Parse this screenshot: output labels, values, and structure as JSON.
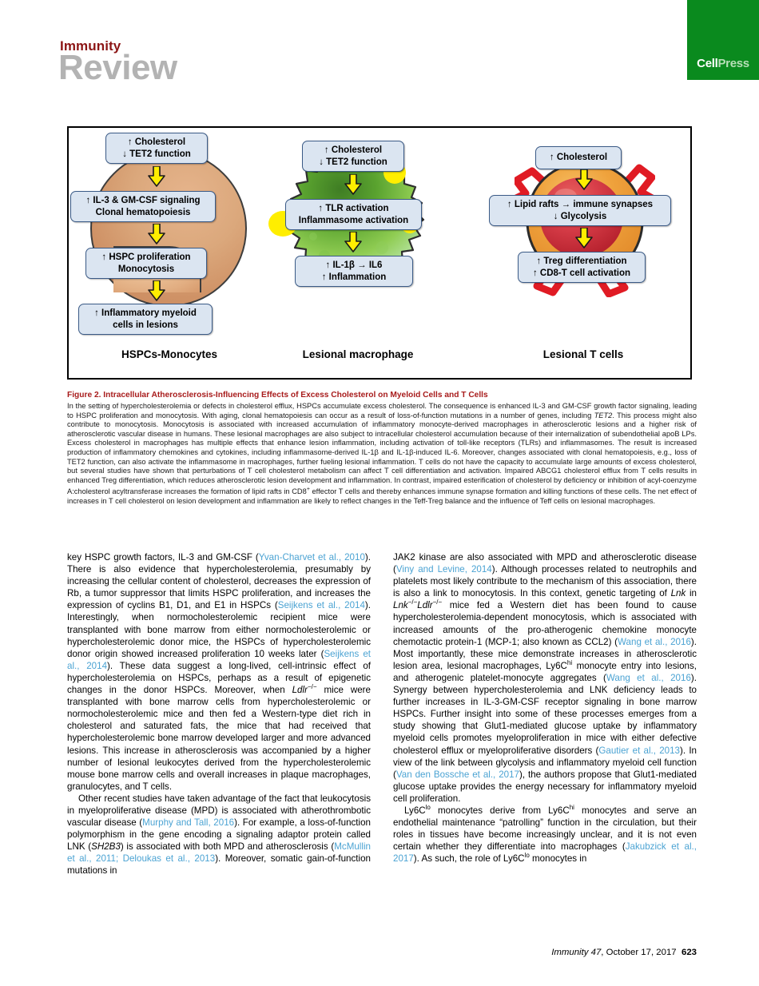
{
  "masthead": {
    "journal": "Immunity",
    "section": "Review",
    "publisher_logo": {
      "part1": "Cell",
      "part2": "Press",
      "color": "#0a8a1e"
    }
  },
  "figure": {
    "panels": [
      {
        "id": "hspc-monocytes",
        "label": "HSPCs-Monocytes",
        "cell_color": "#cf9266",
        "boxes": [
          {
            "lines": [
              "↑ Cholesterol",
              "↓ TET2 function"
            ]
          },
          {
            "lines": [
              "↑ IL-3 & GM-CSF signaling",
              "Clonal hematopoiesis"
            ]
          },
          {
            "lines": [
              "↑ HSPC proliferation",
              "Monocytosis"
            ]
          },
          {
            "lines": [
              "↑ Inflammatory myeloid",
              "cells in lesions"
            ]
          }
        ]
      },
      {
        "id": "lesional-macrophage",
        "label": "Lesional macrophage",
        "cell_color": "#66b83a",
        "boxes": [
          {
            "lines": [
              "↑ Cholesterol",
              "↓ TET2 function"
            ]
          },
          {
            "lines": [
              "↑ TLR activation",
              "Inflammasome activation"
            ]
          },
          {
            "lines": [
              "↑ IL-1β → IL6",
              "↑ Inflammation"
            ]
          }
        ]
      },
      {
        "id": "lesional-t-cells",
        "label": "Lesional T cells",
        "cell_color": "#e8972e",
        "boxes": [
          {
            "lines": [
              "↑ Cholesterol"
            ]
          },
          {
            "lines": [
              "↑ Lipid rafts → immune synapses",
              "↓ Glycolysis"
            ]
          },
          {
            "lines": [
              "↑ Treg differentiation",
              "↑ CD8-T cell activation"
            ]
          }
        ]
      }
    ]
  },
  "caption": {
    "title": "Figure 2. Intracellular Atherosclerosis-Influencing Effects of Excess Cholesterol on Myeloid Cells and T Cells",
    "body_html": "In the setting of hypercholesterolemia or defects in cholesterol efflux, HSPCs accumulate excess cholesterol. The consequence is enhanced IL-3 and GM-CSF growth factor signaling, leading to HSPC proliferation and monocytosis. With aging, clonal hematopoiesis can occur as a result of loss-of-function mutations in a number of genes, including <i>TET2</i>. This process might also contribute to monocytosis. Monocytosis is associated with increased accumulation of inflammatory monocyte-derived macrophages in atherosclerotic lesions and a higher risk of atherosclerotic vascular disease in humans. These lesional macrophages are also subject to intracellular cholesterol accumulation because of their internalization of subendothelial apoB LPs. Excess cholesterol in macrophages has multiple effects that enhance lesion inflammation, including activation of toll-like receptors (TLRs) and inflammasomes. The result is increased production of inflammatory chemokines and cytokines, including inflammasome-derived IL-1β and IL-1β-induced IL-6. Moreover, changes associated with clonal hematopoiesis, e.g., loss of TET2 function, can also activate the inflammasome in macrophages, further fueling lesional inflammation. T cells do not have the capacity to accumulate large amounts of excess cholesterol, but several studies have shown that perturbations of T cell cholesterol metabolism can affect T cell differentiation and activation. Impaired ABCG1 cholesterol efflux from T cells results in enhanced Treg differentiation, which reduces atherosclerotic lesion development and inflammation. In contrast, impaired esterification of cholesterol by deficiency or inhibition of acyl-coenzyme A:cholesterol acyltransferase increases the formation of lipid rafts in CD8<sup>+</sup> effector T cells and thereby enhances immune synapse formation and killing functions of these cells. The net effect of increases in T cell cholesterol on lesion development and inflammation are likely to reflect changes in the Teff-Treg balance and the influence of Teff cells on lesional macrophages."
  },
  "body": {
    "left_column_html": [
      "key HSPC growth factors, IL-3 and GM-CSF (<span class=\"cite\">Yvan-Charvet et al., 2010</span>). There is also evidence that hypercholesterolemia, presumably by increasing the cellular content of cholesterol, decreases the expression of Rb, a tumor suppressor that limits HSPC proliferation, and increases the expression of cyclins B1, D1, and E1 in HSPCs (<span class=\"cite\">Seijkens et al., 2014</span>). Interestingly, when normocholesterolemic recipient mice were transplanted with bone marrow from either normocholesterolemic or hypercholesterolemic donor mice, the HSPCs of hypercholesterolemic donor origin showed increased proliferation 10 weeks later (<span class=\"cite\">Seijkens et al., 2014</span>). These data suggest a long-lived, cell-intrinsic effect of hypercholesterolemia on HSPCs, perhaps as a result of epigenetic changes in the donor HSPCs. Moreover, when <i>Ldlr</i><sup>&minus;/&minus;</sup> mice were transplanted with bone marrow cells from hypercholesterolemic or normocholesterolemic mice and then fed a Western-type diet rich in cholesterol and saturated fats, the mice that had received that hypercholesterolemic bone marrow developed larger and more advanced lesions. This increase in atherosclerosis was accompanied by a higher number of lesional leukocytes derived from the hypercholesterolemic mouse bone marrow cells and overall increases in plaque macrophages, granulocytes, and T cells.",
      "Other recent studies have taken advantage of the fact that leukocytosis in myeloproliferative disease (MPD) is associated with atherothrombotic vascular disease (<span class=\"cite\">Murphy and Tall, 2016</span>). For example, a loss-of-function polymorphism in the gene encoding a signaling adaptor protein called LNK (<i>SH2B3</i>) is associated with both MPD and atherosclerosis (<span class=\"cite\">McMullin et al., 2011; Deloukas et al., 2013</span>). Moreover, somatic gain-of-function mutations in"
    ],
    "right_column_html": [
      "JAK2 kinase are also associated with MPD and atherosclerotic disease (<span class=\"cite\">Viny and Levine, 2014</span>). Although processes related to neutrophils and platelets most likely contribute to the mechanism of this association, there is also a link to monocytosis. In this context, genetic targeting of <i>Lnk</i> in <i>Lnk</i><sup>&minus;/&minus;</sup><i>Ldlr</i><sup>&minus;/&minus;</sup> mice fed a Western diet has been found to cause hypercholesterolemia-dependent monocytosis, which is associated with increased amounts of the pro-atherogenic chemokine monocyte chemotactic protein-1 (MCP-1; also known as CCL2) (<span class=\"cite\">Wang et al., 2016</span>). Most importantly, these mice demonstrate increases in atherosclerotic lesion area, lesional macrophages, Ly6C<sup>hi</sup> monocyte entry into lesions, and atherogenic platelet-monocyte aggregates (<span class=\"cite\">Wang et al., 2016</span>). Synergy between hypercholesterolemia and LNK deficiency leads to further increases in IL-3-GM-CSF receptor signaling in bone marrow HSPCs. Further insight into some of these processes emerges from a study showing that Glut1-mediated glucose uptake by inflammatory myeloid cells promotes myeloproliferation in mice with either defective cholesterol efflux or myeloproliferative disorders (<span class=\"cite\">Gautier et al., 2013</span>). In view of the link between glycolysis and inflammatory myeloid cell function (<span class=\"cite\">Van den Bossche et al., 2017</span>), the authors propose that Glut1-mediated glucose uptake provides the energy necessary for inflammatory myeloid cell proliferation.",
      "Ly6C<sup>lo</sup> monocytes derive from Ly6C<sup>hi</sup> monocytes and serve an endothelial maintenance “patrolling” function in the circulation, but their roles in tissues have become increasingly unclear, and it is not even certain whether they differentiate into macrophages (<span class=\"cite\">Jakubzick et al., 2017</span>). As such, the role of Ly6C<sup>lo</sup> monocytes in"
    ]
  },
  "footer": {
    "journal": "Immunity",
    "volume": "47",
    "date": ", October 17, 2017",
    "page": "623"
  }
}
